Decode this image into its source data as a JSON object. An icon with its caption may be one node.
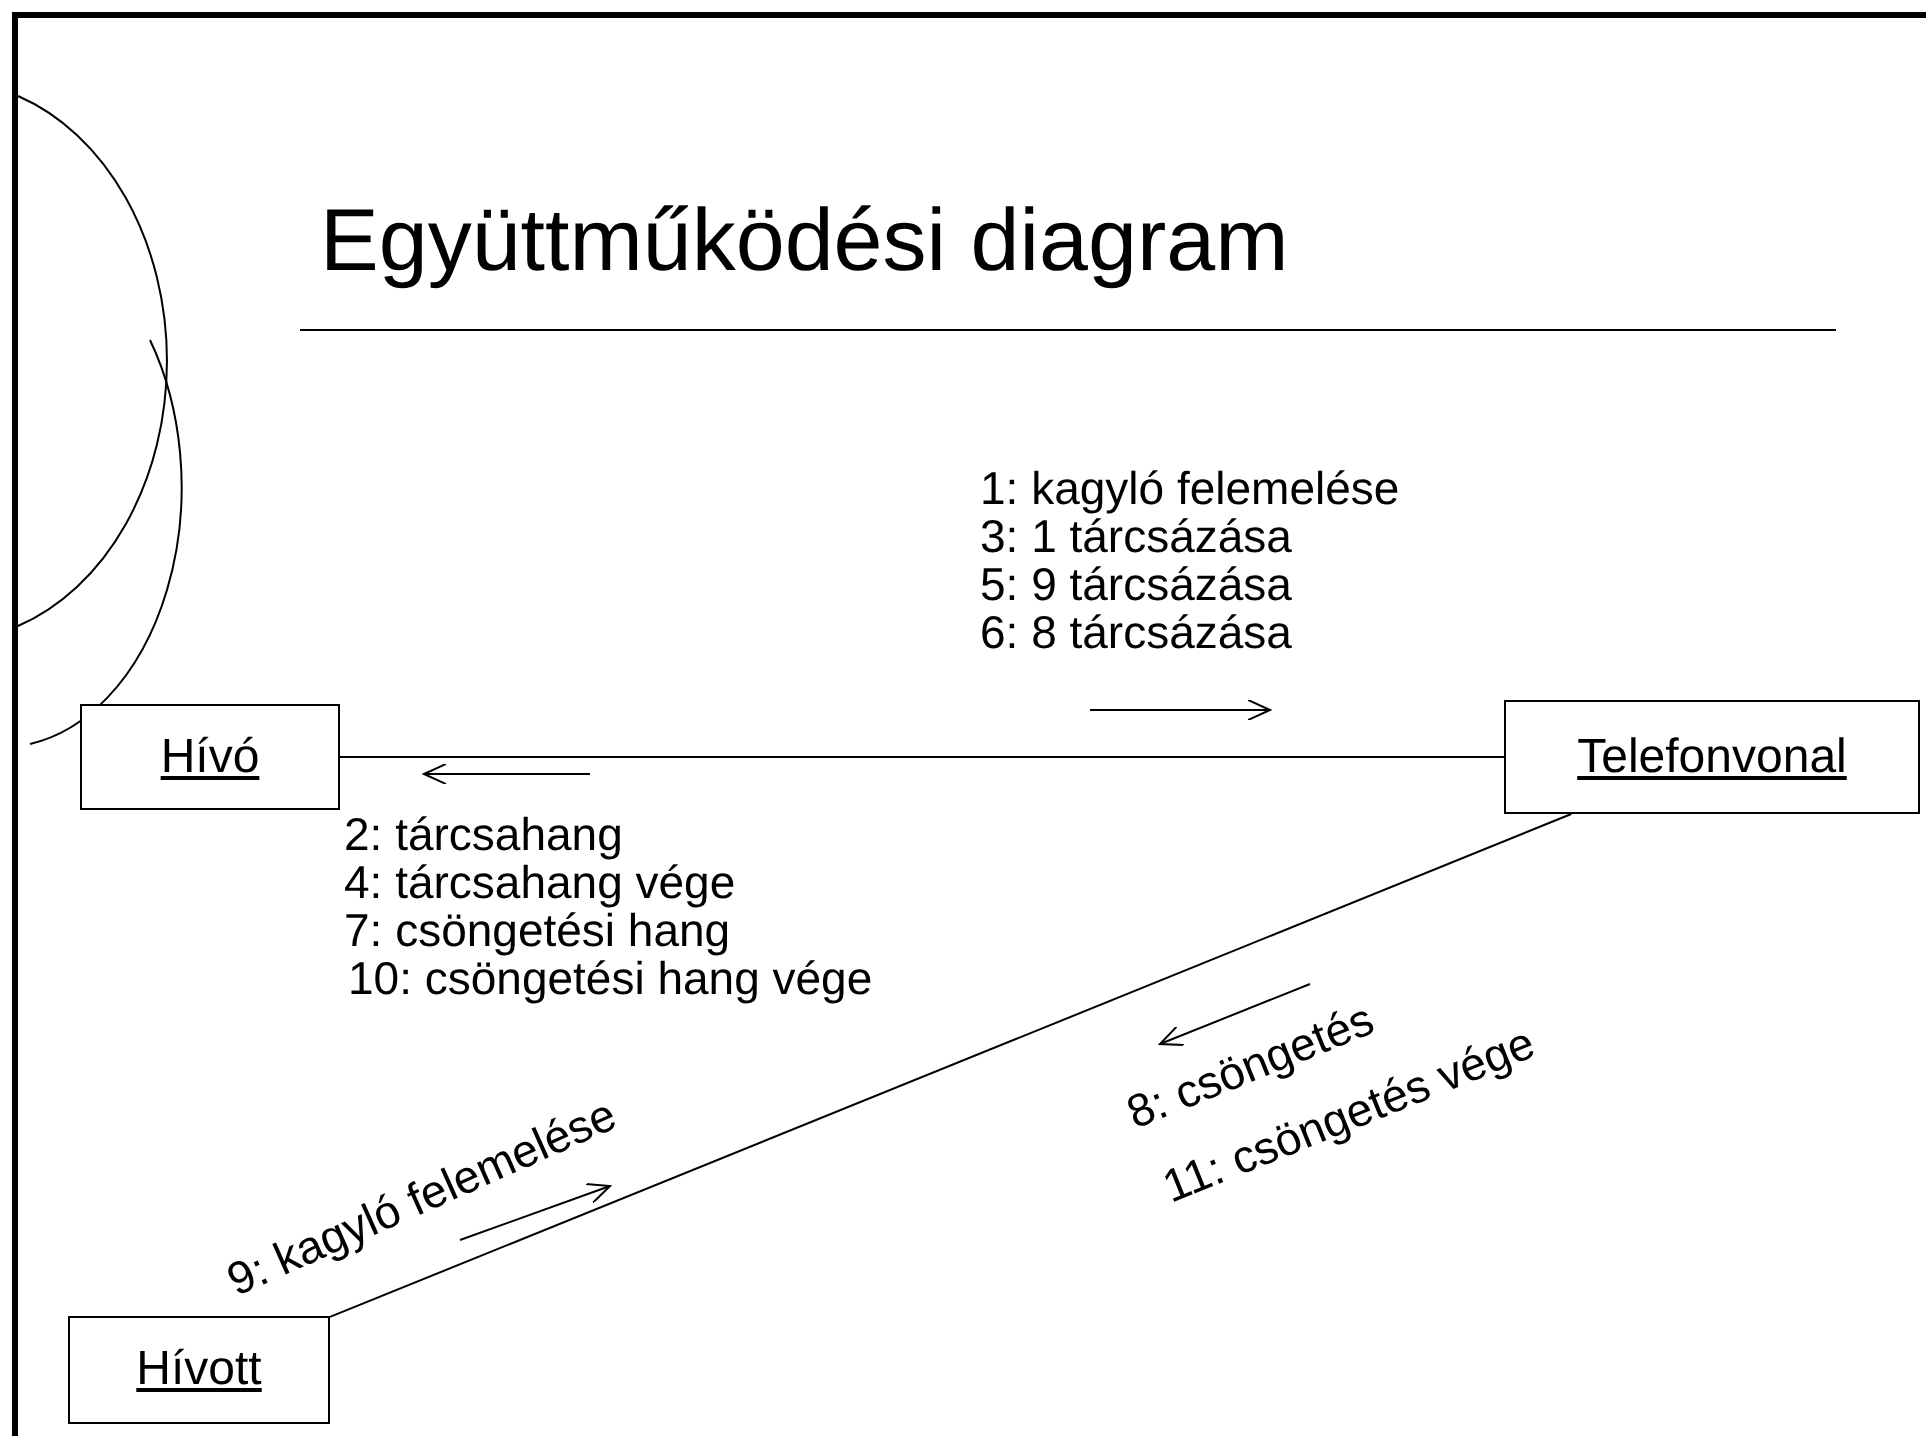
{
  "diagram": {
    "title": "Együttműködési diagram",
    "nodes": [
      {
        "text": [
          "Hívó"
        ]
      },
      {
        "text": [
          "Telefonvonal"
        ]
      },
      {
        "text": [
          "Hívott"
        ]
      }
    ],
    "edges": [
      {
        "from": 0,
        "to": 1,
        "arrow": "none"
      },
      {
        "from": 1,
        "to": 2,
        "arrow": "none"
      }
    ],
    "labels": [
      "1: kagyló felemelése",
      "3: 1 tárcsázása",
      "5: 9 tárcsázása",
      "6: 8 tárcsázása",
      "2: tárcsahang",
      "4: tárcsahang vége",
      "7: csöngetési hang",
      "10: csöngetési hang vége",
      "9: kagyló felemelése",
      "8: csöngetés",
      "11: csöngetés vége"
    ]
  }
}
